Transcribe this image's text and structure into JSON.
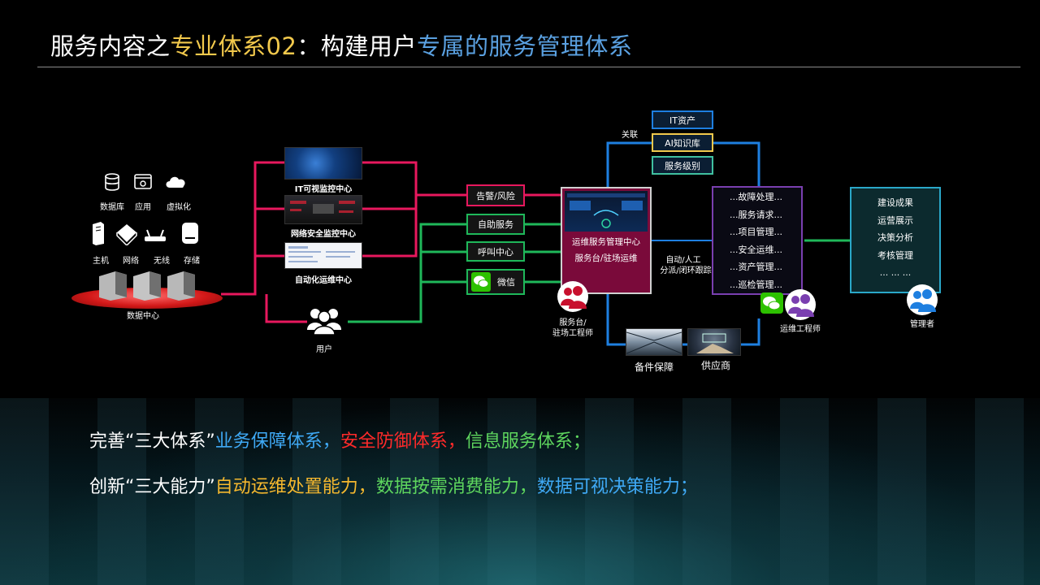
{
  "title": {
    "part1": "服务内容之",
    "part2": "专业体系02",
    "part3": "：构建用户",
    "part4": "专属的服务管理体系"
  },
  "left_cluster": {
    "row1": [
      "数据库",
      "应用",
      "虚拟化"
    ],
    "row2": [
      "主机",
      "网络",
      "无线",
      "存储"
    ],
    "datacenter_label": "数据中心",
    "user_label": "用户"
  },
  "monitors": [
    {
      "label": "IT可视监控中心"
    },
    {
      "label": "网络安全监控中心"
    },
    {
      "label": "自动化运维中心"
    }
  ],
  "channels": {
    "alert": "告警/风险",
    "self_service": "自助服务",
    "call_center": "呼叫中心",
    "wechat": "微信"
  },
  "top_boxes": {
    "relate_label": "关联",
    "it_asset": "IT资产",
    "ai_kb": "AI知识库",
    "service_level": "服务级别"
  },
  "ops_center": {
    "title": "运维服务管理中心",
    "subtitle": "服务台/驻场运维",
    "person_label_line1": "服务台/",
    "person_label_line2": "驻场工程师"
  },
  "flow_label": {
    "line1": "自动/人工",
    "line2": "分派/闭环跟踪"
  },
  "process_list": [
    "...故障处理...",
    "...服务请求...",
    "...项目管理...",
    "...安全运维...",
    "...资产管理...",
    "...巡检管理..."
  ],
  "engineer_label": "运维工程师",
  "outputs": [
    "建设成果",
    "运营展示",
    "决策分析",
    "考核管理",
    "... ... ..."
  ],
  "manager_label": "管理者",
  "suppliers": {
    "spares": "备件保障",
    "vendor": "供应商"
  },
  "bottom": {
    "line1": {
      "prefix": "完善“三大体系”",
      "a": "业务保障体系，",
      "b": "安全防御体系，",
      "c": "信息服务体系；"
    },
    "line2": {
      "prefix": "创新“三大能力”",
      "a": "自动运维处置能力，",
      "b": "数据按需消费能力，",
      "c": "数据可视决策能力；"
    }
  },
  "colors": {
    "pink_line": "#e8185e",
    "green_line": "#1fb85a",
    "blue_line": "#1e7fe0",
    "title_yellow": "#f2c94c",
    "title_blue": "#5aa0e0",
    "bottom_blue": "#3fa9f5",
    "bottom_red": "#ff2a2a",
    "bottom_green": "#5ed65e",
    "bottom_orange": "#f5b82e"
  }
}
